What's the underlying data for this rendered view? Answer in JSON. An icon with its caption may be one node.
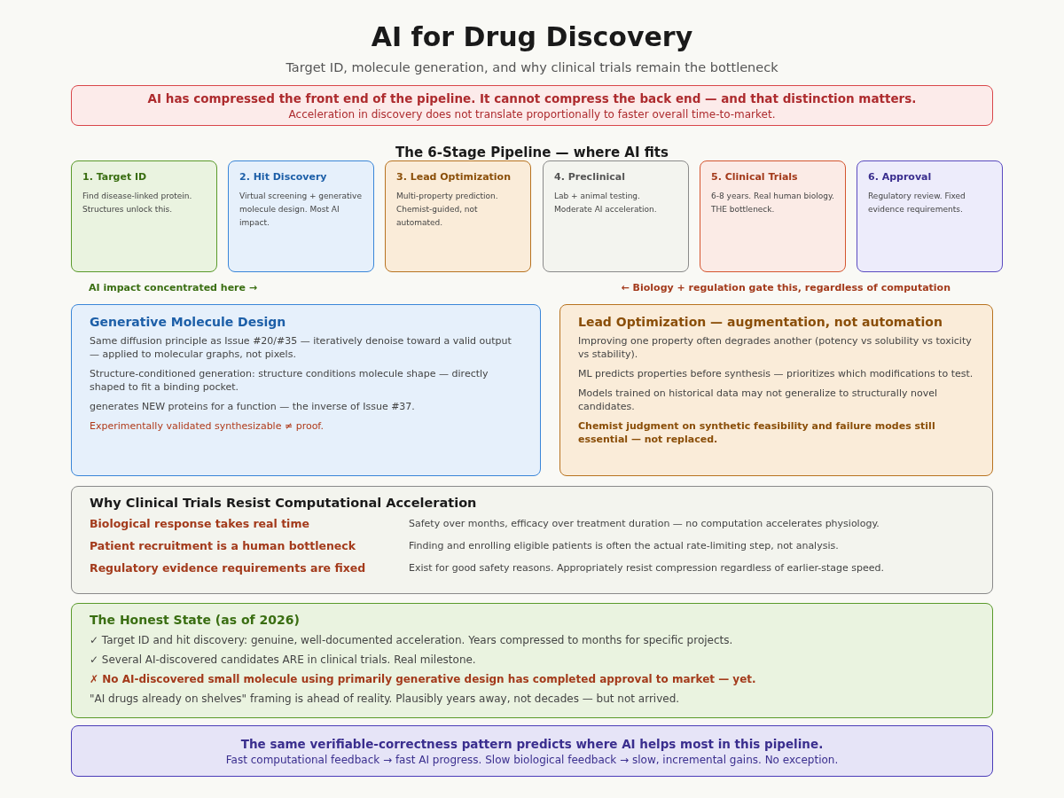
{
  "diagram": {
    "title": "AI for Drug Discovery",
    "nodes": [
      {
        "text": [
          "AI has compressed the front end of the pipeline. It cannot compress the back end — and that distinction matters.",
          "Acceleration in discovery does not translate proportionally to faster overall time-to-market."
        ]
      },
      {
        "text": [
          "1. Target ID",
          "Find disease-linked protein. Structures unlock this."
        ]
      },
      {
        "text": [
          "2. Hit Discovery",
          "Virtual screening + generative molecule design. Most AI impact."
        ]
      },
      {
        "text": [
          "3. Lead Optimization",
          "Multi-property prediction. Chemist-guided, not automated."
        ]
      },
      {
        "text": [
          "4. Preclinical",
          "Lab + animal testing. Moderate AI acceleration."
        ]
      },
      {
        "text": [
          "5. Clinical Trials",
          "6-8 years. Real human biology. THE bottleneck."
        ]
      },
      {
        "text": [
          "6. Approval",
          "Regulatory review. Fixed evidence requirements."
        ]
      },
      {
        "text": [
          "Generative Molecule Design",
          "Same diffusion principle as Issue #20/#35 — iteratively denoise toward a valid output — applied to molecular graphs, not pixels.",
          "Structure-conditioned generation: structure conditions molecule shape — directly shaped to fit a binding pocket.",
          "generates NEW proteins for a function — the inverse of Issue #37.",
          "Experimentally validated synthesizable ≠ proof."
        ]
      },
      {
        "text": [
          "Lead Optimization — augmentation, not automation",
          "Improving one property often degrades another (potency vs solubility vs toxicity vs stability).",
          "ML predicts properties before synthesis — prioritizes which modifications to test.",
          "Models trained on historical data may not generalize to structurally novel candidates.",
          "Chemist judgment on synthetic feasibility and failure modes still essential — not replaced."
        ]
      },
      {
        "text": [
          "Why Clinical Trials Resist Computational Acceleration",
          "Biological response takes real time",
          "Safety over months, efficacy over treatment duration — no computation accelerates physiology.",
          "Patient recruitment is a human bottleneck",
          "Finding and enrolling eligible patients is often the actual rate-limiting step, not analysis.",
          "Regulatory evidence requirements are fixed",
          "Exist for good safety reasons. Appropriately resist compression regardless of earlier-stage speed."
        ]
      },
      {
        "text": [
          "The Honest State (as of 2026)",
          "✓ Target ID and hit discovery: genuine, well-documented acceleration. Years compressed to months for specific projects.",
          "✓ Several AI-discovered candidates ARE in clinical trials. Real milestone.",
          "✗ No AI-discovered small molecule using primarily generative design has completed approval to market — yet.",
          "\"AI drugs already on shelves\" framing is ahead of reality. Plausibly years away, not decades — but not arrived."
        ]
      },
      {
        "text": [
          "The same verifiable-correctness pattern predicts where AI helps most in this pipeline.",
          "Fast computational feedback → fast AI progress. Slow biological feedback → slow, incremental gains. No exception."
        ]
      }
    ],
    "labels": [
      "Target ID, molecule generation, and why clinical trials remain the bottleneck",
      "The 6-Stage Pipeline — where AI fits",
      "AI impact concentrated here →",
      "← Biology + regulation gate this, regardless of computation"
    ]
  }
}
